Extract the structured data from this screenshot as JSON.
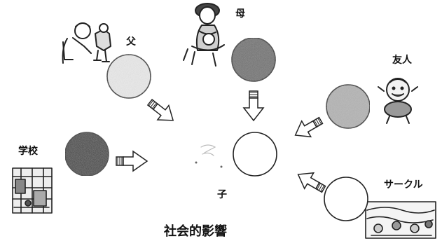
{
  "labels": {
    "father": "父",
    "mother": "母",
    "friend": "友人",
    "school": "学校",
    "circle": "サークル",
    "child": "子",
    "title": "社会的影響"
  },
  "colors": {
    "father_circle": "#ebebeb",
    "mother_circle": "#6f6f6f",
    "friend_circle": "#b4b4b4",
    "school_circle": "#3f3f3f",
    "circle_circle": "#ffffff",
    "child_circle": "#ffffff",
    "stroke": "#222222"
  }
}
